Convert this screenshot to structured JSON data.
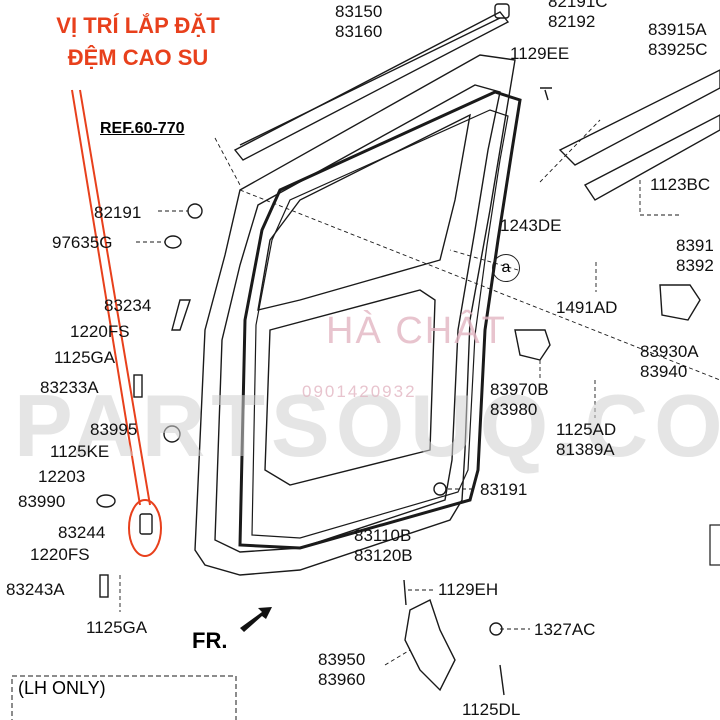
{
  "title": {
    "line1": "VỊ TRÍ LẮP ĐẶT",
    "line2": "ĐỆM CAO SU"
  },
  "reference": "REF.60-770",
  "callout_letter": "a",
  "front_marker": "FR.",
  "note_box": "(LH ONLY)",
  "watermark": {
    "brand": "PARTSOUQ.CO",
    "shop": "HÀ CHÂT",
    "phone": "0901420932"
  },
  "part_labels": {
    "p83150": [
      "83150",
      "83160"
    ],
    "p82191C": [
      "82191C",
      "82192"
    ],
    "p1129EE": [
      "1129EE"
    ],
    "p83915A": [
      "83915A",
      "83925C"
    ],
    "p1123BC": [
      "1123BC"
    ],
    "p82191": [
      "82191"
    ],
    "p97635G": [
      "97635G"
    ],
    "p1243DE": [
      "1243DE"
    ],
    "p8391x": [
      "8391",
      "8392"
    ],
    "p83234": [
      "83234"
    ],
    "p1220FS_top": [
      "1220FS"
    ],
    "p1491AD": [
      "1491AD"
    ],
    "p1125GA_top": [
      "1125GA"
    ],
    "p83930A": [
      "83930A",
      "83940"
    ],
    "p83233A": [
      "83233A"
    ],
    "p83970B": [
      "83970B",
      "83980"
    ],
    "p83995": [
      "83995"
    ],
    "p1125KE": [
      "1125KE"
    ],
    "p1125AD": [
      "1125AD",
      "81389A"
    ],
    "p12203": [
      "12203"
    ],
    "p83191": [
      "83191"
    ],
    "p83990": [
      "83990"
    ],
    "p83244": [
      "83244"
    ],
    "p83110B": [
      "83110B",
      "83120B"
    ],
    "p1220FS_bot": [
      "1220FS"
    ],
    "p83243A": [
      "83243A"
    ],
    "p1129EH": [
      "1129EH"
    ],
    "p1125GA_bot": [
      "1125GA"
    ],
    "p1327AC": [
      "1327AC"
    ],
    "p83950": [
      "83950",
      "83960"
    ],
    "p1125DL": [
      "1125DL"
    ]
  },
  "colors": {
    "accent_red": "#e8401c",
    "line": "#111111",
    "watermark_pink": "#e3b6c3"
  }
}
